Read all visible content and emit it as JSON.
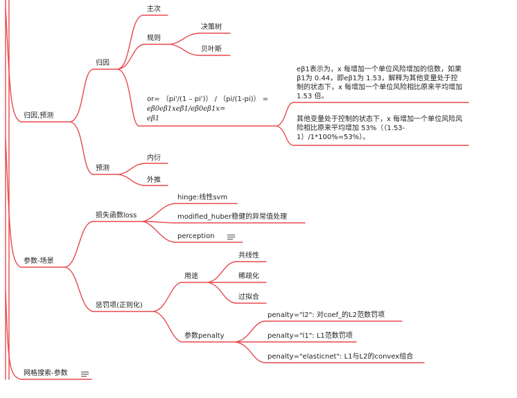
{
  "colors": {
    "branch": "#e8484c",
    "text": "#222222"
  },
  "nodes": {
    "guiyin_yuce": "归因,预测",
    "guiyin": "归因",
    "zhuci": "主次",
    "guize": "规则",
    "juecheshu": "决策树",
    "beiyesi": "贝叶斯",
    "or_formula_line1": "or= （pi'/(1 – pi')） / （pi/(1-pi)） =",
    "or_formula_line2": "eβ0eβ1xeβ1/eβ0eβ1x=",
    "or_formula_line3": "eβ1",
    "explain_p1": "eβ1表示为，x 每增加一个单位风险增加的倍数，如果β1为 0.44，即eβ1为 1.53，解释为其他变量处于控制的状态下，x 每增加一个单位风险相比原来平均增加 1.53 倍。",
    "explain_p2": "其他变量处于控制的状态下，x 每增加一个单位风险风险相比原来平均增加 53%（（1.53-1）/1*100%=53%）。",
    "yuce": "预测",
    "neiyan": "内衍",
    "waitui": "外推",
    "canshu_changjing": "参数-场景",
    "sunshi": "损失函数loss",
    "hinge": "hinge:线性svm",
    "modified_huber": "modified_huber稳健的异常值处理",
    "perception": "perception",
    "chengfa": "惩罚项(正则化)",
    "yongtu": "用途",
    "gongxianxing": "共线性",
    "xishuhua": "稀疏化",
    "guonihe": "过拟合",
    "canshu_penalty": "参数penalty",
    "penalty_l2": "penalty=\"l2\": 对coef_的L2范数罚项",
    "penalty_l1": "penalty=\"l1\": L1范数罚项",
    "penalty_en": "penalty=\"elasticnet\": L1与L2的convex组合",
    "wangge": "网格搜索-参数"
  },
  "icons": [
    "note-icon"
  ]
}
